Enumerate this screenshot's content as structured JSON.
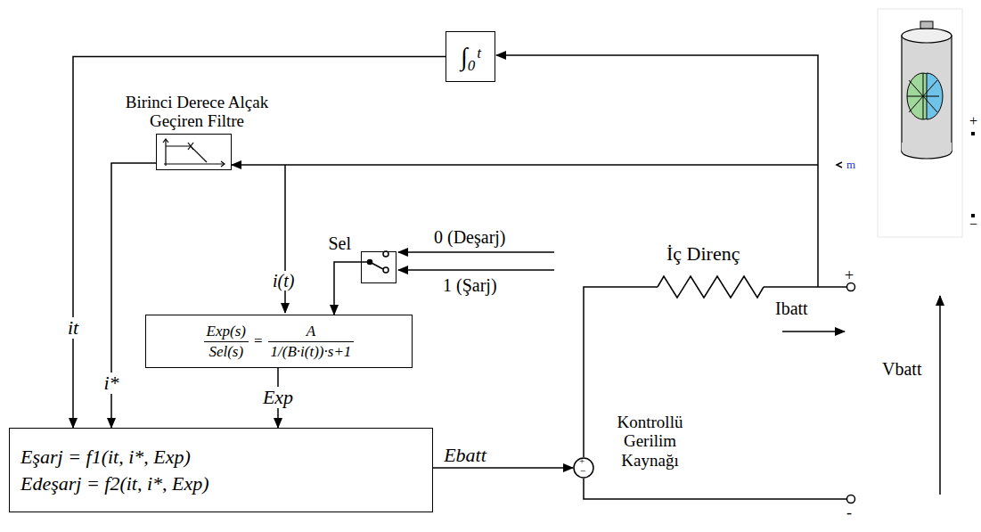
{
  "diagram": {
    "nodes": [
      {
        "text": [
          "∫₀ᵗ"
        ]
      },
      {
        "text": [
          "Birinci Derece Alçak Geçiren Filtre"
        ]
      },
      {
        "text": [
          "Sel"
        ]
      },
      {
        "text": [
          "Exp(s)",
          "Sel(s)",
          "=",
          "A",
          "1/(B·i(t))·s+1"
        ]
      },
      {
        "text": [
          "Eşarj = f1(it, i*, Exp)",
          "Edeşarj = f2(it, i*, Exp)"
        ]
      },
      {
        "text": [
          "Kontrollü Gerilim Kaynağı"
        ]
      }
    ],
    "edges": [
      {
        "from": 0,
        "to": 4,
        "arrow": "to",
        "label": "it"
      },
      {
        "from": 1,
        "to": 4,
        "arrow": "to",
        "label": "i*"
      },
      {
        "from": 2,
        "to": 3,
        "arrow": "to"
      },
      {
        "from": 3,
        "to": 4,
        "arrow": "to",
        "label": "Exp"
      },
      {
        "from": 4,
        "to": 5,
        "arrow": "to",
        "label": "Ebatt"
      }
    ],
    "labels": [
      "i(t)",
      "0 (Deşarj)",
      "1 (Şarj)",
      "İç Direnç",
      "Ibatt",
      "Vbatt",
      "m",
      "+",
      "−",
      "+",
      "-",
      "+",
      "−"
    ]
  }
}
